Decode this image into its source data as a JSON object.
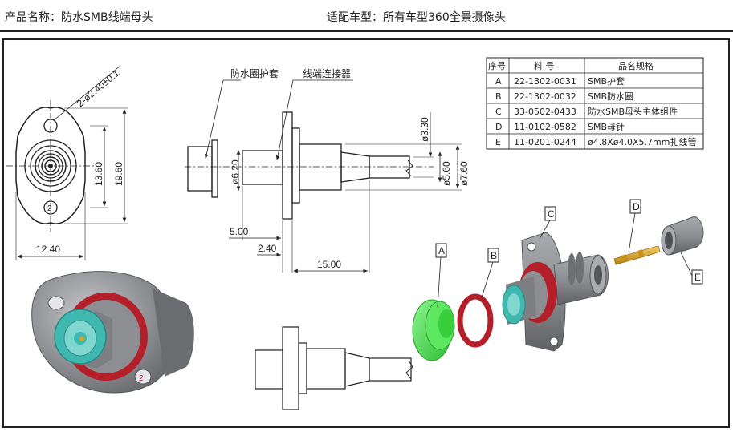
{
  "header": {
    "product_name": "产品名称：防水SMB线端母头",
    "fit_vehicle": "适配车型：所有车型360全景摄像头"
  },
  "front_view": {
    "hole_note": "2-ø2.40±0.1",
    "height_inner": "13.60",
    "height_outer": "19.60",
    "width": "12.40",
    "pin_mark": "2"
  },
  "side_view": {
    "callout_sleeve": "防水圈护套",
    "callout_connector": "线端连接器",
    "dia_sleeve": "ø6.20",
    "dia_small": "ø3.30",
    "dia_mid": "ø5.60",
    "dia_large": "ø7.60",
    "dim_a": "5.00",
    "dim_b": "2.40",
    "dim_c": "15.00"
  },
  "bom": {
    "headers": [
      "序号",
      "料 号",
      "品名规格"
    ],
    "rows": [
      [
        "A",
        "22-1302-0031",
        "SMB护套"
      ],
      [
        "B",
        "22-1302-0032",
        "SMB防水圈"
      ],
      [
        "C",
        "33-0502-0433",
        "防水SMB母头主体组件"
      ],
      [
        "D",
        "11-0102-0582",
        "SMB母针"
      ],
      [
        "E",
        "11-0201-0244",
        "ø4.8Xø4.0X5.7mm扎线管"
      ]
    ]
  },
  "exploded": {
    "labels": [
      "A",
      "B",
      "C",
      "D",
      "E"
    ]
  },
  "colors": {
    "body_grey": "#8c8e92",
    "seal_red": "#b3202a",
    "sleeve_green": "#45e04a",
    "insulator_teal": "#3fb8b0",
    "pin_gold": "#d9a21e"
  }
}
